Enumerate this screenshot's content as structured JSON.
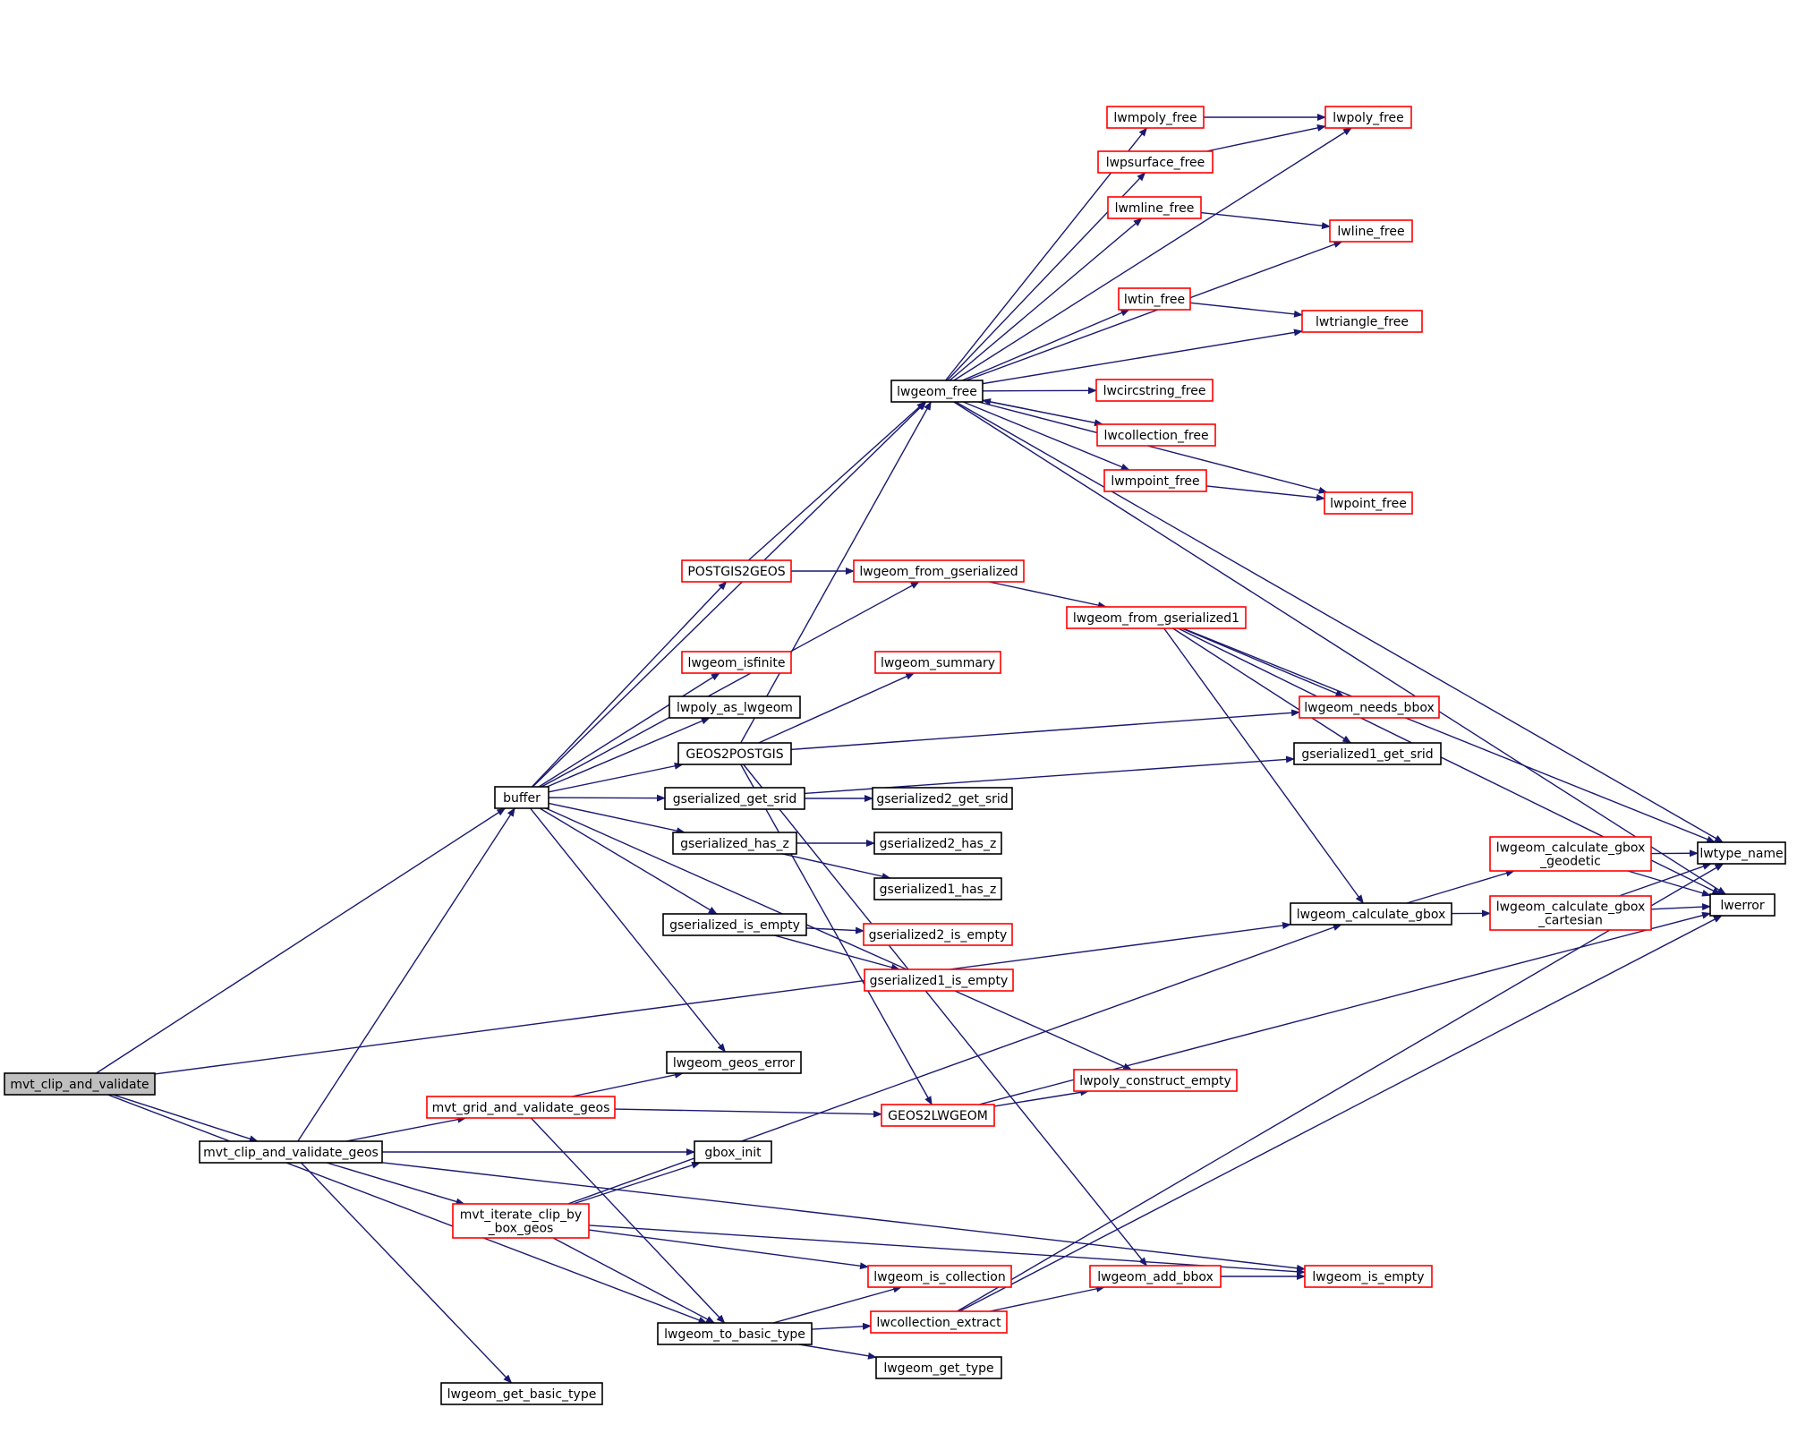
{
  "diagram": {
    "edge_color": "#191970",
    "node_border_default": "#000000",
    "node_border_external": "#ff0000",
    "root_fill": "#bfbfbf",
    "nodes": [
      {
        "id": "mvt_clip_and_validate",
        "lines": [
          "mvt_clip_and_validate"
        ],
        "border": "black",
        "root": true
      },
      {
        "id": "buffer",
        "lines": [
          "buffer"
        ],
        "border": "black"
      },
      {
        "id": "mvt_clip_and_validate_geos",
        "lines": [
          "mvt_clip_and_validate_geos"
        ],
        "border": "black"
      },
      {
        "id": "lwgeom_calculate_gbox",
        "lines": [
          "lwgeom_calculate_gbox"
        ],
        "border": "black"
      },
      {
        "id": "lwgeom_to_basic_type",
        "lines": [
          "lwgeom_to_basic_type"
        ],
        "border": "black"
      },
      {
        "id": "lwgeom_free",
        "lines": [
          "lwgeom_free"
        ],
        "border": "black"
      },
      {
        "id": "POSTGIS2GEOS",
        "lines": [
          "POSTGIS2GEOS"
        ],
        "border": "red"
      },
      {
        "id": "lwgeom_from_gserialized",
        "lines": [
          "lwgeom_from_gserialized"
        ],
        "border": "red"
      },
      {
        "id": "lwgeom_isfinite",
        "lines": [
          "lwgeom_isfinite"
        ],
        "border": "red"
      },
      {
        "id": "lwpoly_as_lwgeom",
        "lines": [
          "lwpoly_as_lwgeom"
        ],
        "border": "black"
      },
      {
        "id": "GEOS2POSTGIS",
        "lines": [
          "GEOS2POSTGIS"
        ],
        "border": "black"
      },
      {
        "id": "gserialized_get_srid",
        "lines": [
          "gserialized_get_srid"
        ],
        "border": "black"
      },
      {
        "id": "gserialized_has_z",
        "lines": [
          "gserialized_has_z"
        ],
        "border": "black"
      },
      {
        "id": "gserialized_is_empty",
        "lines": [
          "gserialized_is_empty"
        ],
        "border": "black"
      },
      {
        "id": "lwgeom_geos_error",
        "lines": [
          "lwgeom_geos_error"
        ],
        "border": "black"
      },
      {
        "id": "lwpoly_construct_empty",
        "lines": [
          "lwpoly_construct_empty"
        ],
        "border": "red"
      },
      {
        "id": "lwmpoly_free",
        "lines": [
          "lwmpoly_free"
        ],
        "border": "red"
      },
      {
        "id": "lwpoly_free",
        "lines": [
          "lwpoly_free"
        ],
        "border": "red"
      },
      {
        "id": "lwpsurface_free",
        "lines": [
          "lwpsurface_free"
        ],
        "border": "red"
      },
      {
        "id": "lwmline_free",
        "lines": [
          "lwmline_free"
        ],
        "border": "red"
      },
      {
        "id": "lwline_free",
        "lines": [
          "lwline_free"
        ],
        "border": "red"
      },
      {
        "id": "lwtin_free",
        "lines": [
          "lwtin_free"
        ],
        "border": "red"
      },
      {
        "id": "lwtriangle_free",
        "lines": [
          "lwtriangle_free"
        ],
        "border": "red"
      },
      {
        "id": "lwcircstring_free",
        "lines": [
          "lwcircstring_free"
        ],
        "border": "red"
      },
      {
        "id": "lwcollection_free",
        "lines": [
          "lwcollection_free"
        ],
        "border": "red"
      },
      {
        "id": "lwmpoint_free",
        "lines": [
          "lwmpoint_free"
        ],
        "border": "red"
      },
      {
        "id": "lwpoint_free",
        "lines": [
          "lwpoint_free"
        ],
        "border": "red"
      },
      {
        "id": "lwtype_name",
        "lines": [
          "lwtype_name"
        ],
        "border": "black"
      },
      {
        "id": "lwerror",
        "lines": [
          "lwerror"
        ],
        "border": "black"
      },
      {
        "id": "lwgeom_from_gserialized1",
        "lines": [
          "lwgeom_from_gserialized1"
        ],
        "border": "red"
      },
      {
        "id": "lwgeom_summary",
        "lines": [
          "lwgeom_summary"
        ],
        "border": "red"
      },
      {
        "id": "lwgeom_needs_bbox",
        "lines": [
          "lwgeom_needs_bbox"
        ],
        "border": "red"
      },
      {
        "id": "gserialized1_get_srid",
        "lines": [
          "gserialized1_get_srid"
        ],
        "border": "black"
      },
      {
        "id": "gserialized2_get_srid",
        "lines": [
          "gserialized2_get_srid"
        ],
        "border": "black"
      },
      {
        "id": "gserialized2_has_z",
        "lines": [
          "gserialized2_has_z"
        ],
        "border": "black"
      },
      {
        "id": "gserialized1_has_z",
        "lines": [
          "gserialized1_has_z"
        ],
        "border": "black"
      },
      {
        "id": "gserialized2_is_empty",
        "lines": [
          "gserialized2_is_empty"
        ],
        "border": "red"
      },
      {
        "id": "gserialized1_is_empty",
        "lines": [
          "gserialized1_is_empty"
        ],
        "border": "red"
      },
      {
        "id": "lwgeom_calculate_gbox_geodetic",
        "lines": [
          "lwgeom_calculate_gbox",
          "_geodetic"
        ],
        "border": "red"
      },
      {
        "id": "lwgeom_calculate_gbox_cartesian",
        "lines": [
          "lwgeom_calculate_gbox",
          "_cartesian"
        ],
        "border": "red"
      },
      {
        "id": "mvt_grid_and_validate_geos",
        "lines": [
          "mvt_grid_and_validate_geos"
        ],
        "border": "red"
      },
      {
        "id": "GEOS2LWGEOM",
        "lines": [
          "GEOS2LWGEOM"
        ],
        "border": "red"
      },
      {
        "id": "gbox_init",
        "lines": [
          "gbox_init"
        ],
        "border": "black"
      },
      {
        "id": "mvt_iterate_clip_by_box_geos",
        "lines": [
          "mvt_iterate_clip_by",
          "_box_geos"
        ],
        "border": "red"
      },
      {
        "id": "lwgeom_is_collection",
        "lines": [
          "lwgeom_is_collection"
        ],
        "border": "red"
      },
      {
        "id": "lwgeom_add_bbox",
        "lines": [
          "lwgeom_add_bbox"
        ],
        "border": "red"
      },
      {
        "id": "lwgeom_is_empty",
        "lines": [
          "lwgeom_is_empty"
        ],
        "border": "red"
      },
      {
        "id": "lwcollection_extract",
        "lines": [
          "lwcollection_extract"
        ],
        "border": "red"
      },
      {
        "id": "lwgeom_get_type",
        "lines": [
          "lwgeom_get_type"
        ],
        "border": "black"
      },
      {
        "id": "lwgeom_get_basic_type",
        "lines": [
          "lwgeom_get_basic_type"
        ],
        "border": "black"
      }
    ],
    "edges": [
      [
        "mvt_clip_and_validate",
        "buffer"
      ],
      [
        "mvt_clip_and_validate",
        "lwgeom_calculate_gbox"
      ],
      [
        "mvt_clip_and_validate",
        "mvt_clip_and_validate_geos"
      ],
      [
        "mvt_clip_and_validate",
        "lwgeom_to_basic_type"
      ],
      [
        "buffer",
        "lwgeom_free"
      ],
      [
        "buffer",
        "POSTGIS2GEOS"
      ],
      [
        "buffer",
        "lwgeom_from_gserialized"
      ],
      [
        "buffer",
        "lwgeom_isfinite"
      ],
      [
        "buffer",
        "lwpoly_as_lwgeom"
      ],
      [
        "buffer",
        "GEOS2POSTGIS"
      ],
      [
        "buffer",
        "gserialized_get_srid"
      ],
      [
        "buffer",
        "gserialized_has_z"
      ],
      [
        "buffer",
        "gserialized_is_empty"
      ],
      [
        "buffer",
        "lwgeom_geos_error"
      ],
      [
        "buffer",
        "lwpoly_construct_empty"
      ],
      [
        "lwgeom_free",
        "lwmpoly_free"
      ],
      [
        "lwgeom_free",
        "lwpoly_free"
      ],
      [
        "lwgeom_free",
        "lwpsurface_free"
      ],
      [
        "lwgeom_free",
        "lwmline_free"
      ],
      [
        "lwgeom_free",
        "lwline_free"
      ],
      [
        "lwgeom_free",
        "lwtin_free"
      ],
      [
        "lwgeom_free",
        "lwtriangle_free"
      ],
      [
        "lwgeom_free",
        "lwcircstring_free"
      ],
      [
        "lwgeom_free",
        "lwcollection_free"
      ],
      [
        "lwgeom_free",
        "lwmpoint_free"
      ],
      [
        "lwgeom_free",
        "lwpoint_free"
      ],
      [
        "lwgeom_free",
        "lwtype_name"
      ],
      [
        "lwgeom_free",
        "lwerror"
      ],
      [
        "lwcollection_free",
        "lwgeom_free"
      ],
      [
        "lwmpoly_free",
        "lwpoly_free"
      ],
      [
        "lwpsurface_free",
        "lwpoly_free"
      ],
      [
        "lwmline_free",
        "lwline_free"
      ],
      [
        "lwtin_free",
        "lwtriangle_free"
      ],
      [
        "lwmpoint_free",
        "lwpoint_free"
      ],
      [
        "POSTGIS2GEOS",
        "lwgeom_free"
      ],
      [
        "POSTGIS2GEOS",
        "lwgeom_from_gserialized"
      ],
      [
        "lwgeom_from_gserialized",
        "lwgeom_from_gserialized1"
      ],
      [
        "lwgeom_from_gserialized1",
        "lwtype_name"
      ],
      [
        "lwgeom_from_gserialized1",
        "lwerror"
      ],
      [
        "lwgeom_from_gserialized1",
        "lwgeom_needs_bbox"
      ],
      [
        "lwgeom_from_gserialized1",
        "gserialized1_get_srid"
      ],
      [
        "lwgeom_from_gserialized1",
        "lwgeom_calculate_gbox"
      ],
      [
        "GEOS2POSTGIS",
        "lwgeom_free"
      ],
      [
        "GEOS2POSTGIS",
        "lwgeom_summary"
      ],
      [
        "GEOS2POSTGIS",
        "lwgeom_needs_bbox"
      ],
      [
        "GEOS2POSTGIS",
        "lwgeom_add_bbox"
      ],
      [
        "GEOS2POSTGIS",
        "GEOS2LWGEOM"
      ],
      [
        "gserialized_get_srid",
        "gserialized1_get_srid"
      ],
      [
        "gserialized_get_srid",
        "gserialized2_get_srid"
      ],
      [
        "gserialized_has_z",
        "gserialized2_has_z"
      ],
      [
        "gserialized_has_z",
        "gserialized1_has_z"
      ],
      [
        "gserialized_is_empty",
        "gserialized2_is_empty"
      ],
      [
        "gserialized_is_empty",
        "gserialized1_is_empty"
      ],
      [
        "lwgeom_calculate_gbox",
        "lwgeom_calculate_gbox_geodetic"
      ],
      [
        "lwgeom_calculate_gbox",
        "lwgeom_calculate_gbox_cartesian"
      ],
      [
        "lwgeom_calculate_gbox_geodetic",
        "lwtype_name"
      ],
      [
        "lwgeom_calculate_gbox_geodetic",
        "lwerror"
      ],
      [
        "lwgeom_calculate_gbox_cartesian",
        "lwtype_name"
      ],
      [
        "lwgeom_calculate_gbox_cartesian",
        "lwerror"
      ],
      [
        "mvt_clip_and_validate_geos",
        "buffer"
      ],
      [
        "mvt_clip_and_validate_geos",
        "mvt_grid_and_validate_geos"
      ],
      [
        "mvt_clip_and_validate_geos",
        "gbox_init"
      ],
      [
        "mvt_clip_and_validate_geos",
        "mvt_iterate_clip_by_box_geos"
      ],
      [
        "mvt_clip_and_validate_geos",
        "lwgeom_is_empty"
      ],
      [
        "mvt_clip_and_validate_geos",
        "lwgeom_get_basic_type"
      ],
      [
        "mvt_grid_and_validate_geos",
        "lwgeom_geos_error"
      ],
      [
        "mvt_grid_and_validate_geos",
        "GEOS2LWGEOM"
      ],
      [
        "mvt_grid_and_validate_geos",
        "lwgeom_to_basic_type"
      ],
      [
        "GEOS2LWGEOM",
        "lwpoly_construct_empty"
      ],
      [
        "GEOS2LWGEOM",
        "lwerror"
      ],
      [
        "mvt_iterate_clip_by_box_geos",
        "gbox_init"
      ],
      [
        "mvt_iterate_clip_by_box_geos",
        "lwgeom_calculate_gbox"
      ],
      [
        "mvt_iterate_clip_by_box_geos",
        "lwgeom_is_empty"
      ],
      [
        "mvt_iterate_clip_by_box_geos",
        "lwgeom_is_collection"
      ],
      [
        "mvt_iterate_clip_by_box_geos",
        "lwgeom_to_basic_type"
      ],
      [
        "lwgeom_to_basic_type",
        "lwgeom_is_collection"
      ],
      [
        "lwgeom_to_basic_type",
        "lwcollection_extract"
      ],
      [
        "lwgeom_to_basic_type",
        "lwgeom_get_type"
      ],
      [
        "lwcollection_extract",
        "lwgeom_add_bbox"
      ],
      [
        "lwcollection_extract",
        "lwtype_name"
      ],
      [
        "lwcollection_extract",
        "lwerror"
      ],
      [
        "lwgeom_add_bbox",
        "lwgeom_is_empty"
      ]
    ]
  }
}
